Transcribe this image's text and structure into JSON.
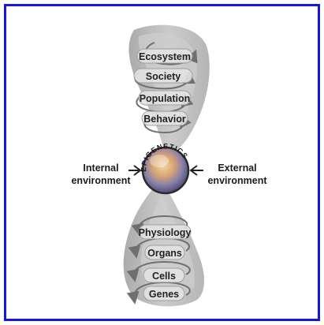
{
  "diagram": {
    "center_label": "EPIGENETICS",
    "upper_levels": [
      "Ecosystem",
      "Society",
      "Population",
      "Behavior"
    ],
    "lower_levels": [
      "Physiology",
      "Organs",
      "Cells",
      "Genes"
    ],
    "left_input": {
      "line1": "Internal",
      "line2": "environment"
    },
    "right_input": {
      "line1": "External",
      "line2": "environment"
    },
    "colors": {
      "border": "#1515e6",
      "helix": "#b4b4b4",
      "helix_dark": "#8f8f8f",
      "arrow": "#6f6f6f",
      "text": "#222222"
    }
  }
}
